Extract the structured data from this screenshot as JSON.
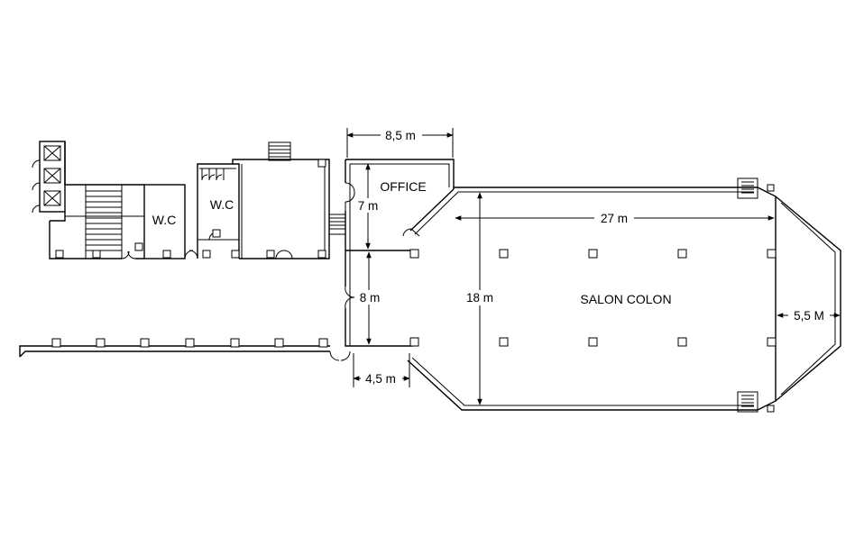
{
  "labels": {
    "wc_left": "W.C",
    "wc_right": "W.C",
    "office": "OFFICE",
    "salon": "SALON COLON"
  },
  "dimensions": {
    "office_width": "8,5 m",
    "office_height": "7 m",
    "corridor_height": "8 m",
    "corridor_width": "4,5 m",
    "salon_length": "27 m",
    "salon_width": "18 m",
    "end_depth": "5,5 M"
  }
}
